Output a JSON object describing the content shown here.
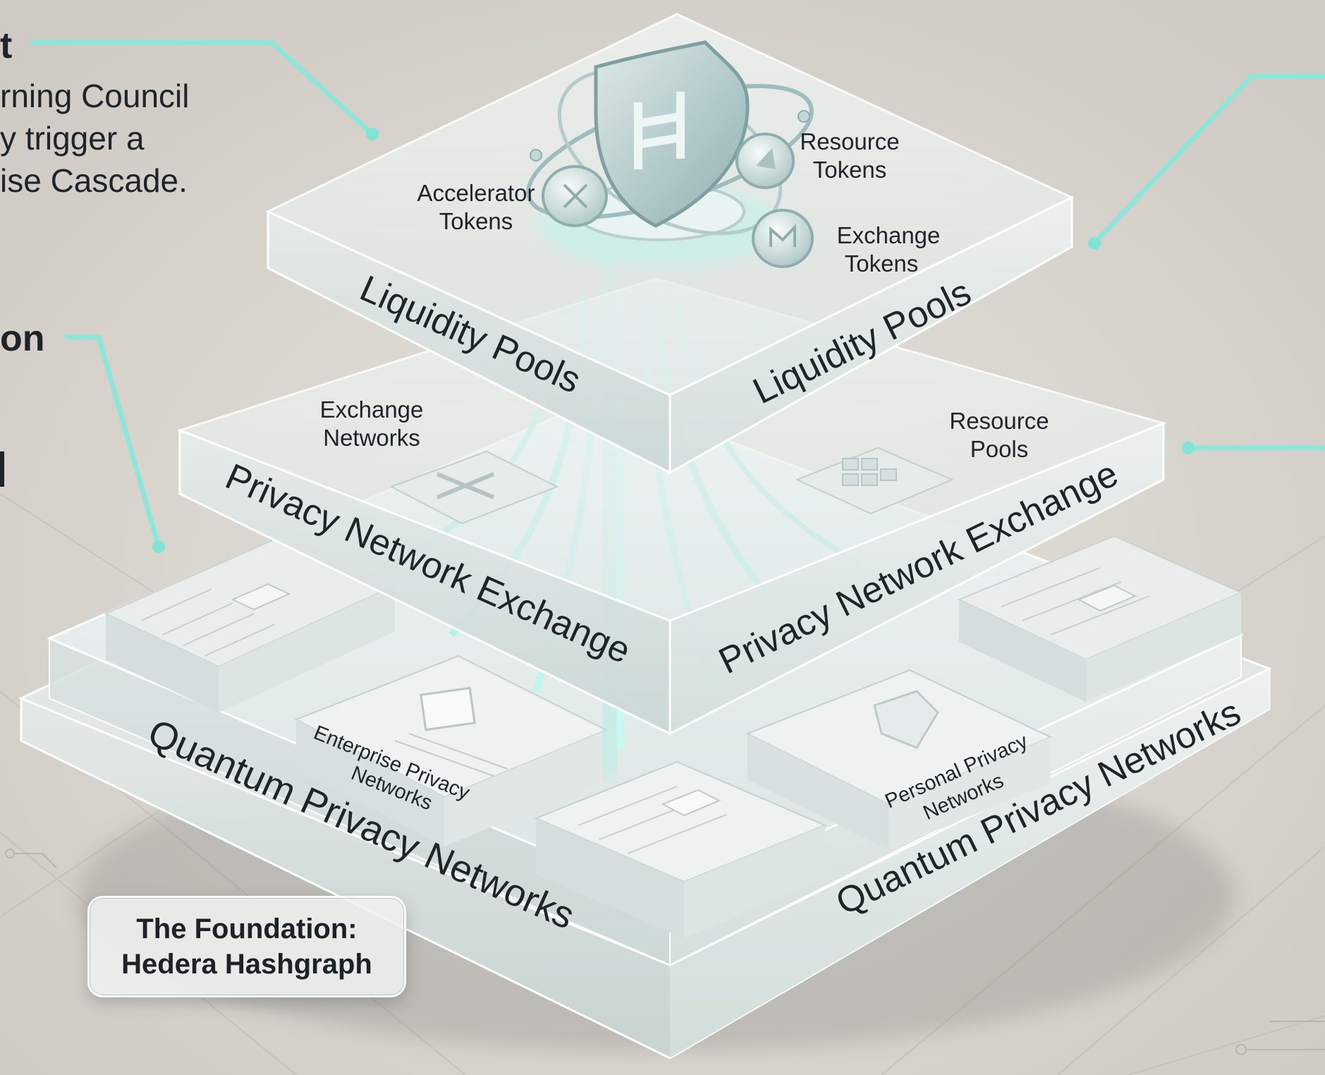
{
  "colors": {
    "background": "#d8d4ce",
    "accent": "#7fe3d6",
    "glow": "#a9f2e8",
    "glass": "#e9efed",
    "text": "#1e2428"
  },
  "left_callouts": {
    "top_heading": "t",
    "top_lines": [
      "rning Council",
      "y trigger a",
      "ise Cascade."
    ],
    "middle_heading": "on"
  },
  "layers": {
    "top": {
      "left_title": "Liquidity Pools",
      "right_title": "Liquidity Pools",
      "tokens": {
        "accelerator": [
          "Accelerator",
          "Tokens"
        ],
        "resource": [
          "Resource",
          "Tokens"
        ],
        "exchange": [
          "Exchange",
          "Tokens"
        ]
      },
      "shield_icon": "hedera-shield-icon"
    },
    "middle": {
      "left_title": "Privacy Network Exchange",
      "right_title": "Privacy Network Exchange",
      "exchange_networks": [
        "Exchange",
        "Networks"
      ],
      "resource_pools": [
        "Resource",
        "Pools"
      ]
    },
    "bottom": {
      "left_title": "Quantum Privacy Networks",
      "right_title": "Quantum Privacy Networks",
      "enterprise": [
        "Enterprise Privacy",
        "Networks"
      ],
      "personal": [
        "Personal Privacy",
        "Networks"
      ]
    }
  },
  "foundation": {
    "line1": "The Foundation:",
    "line2": "Hedera Hashgraph"
  }
}
